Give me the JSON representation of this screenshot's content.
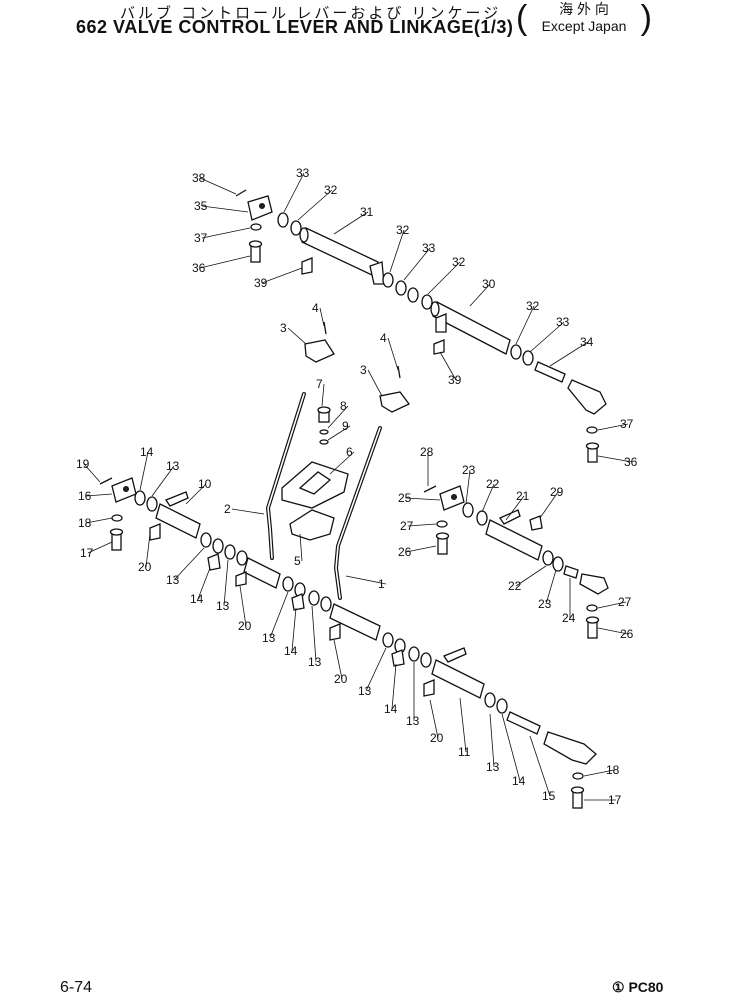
{
  "title": {
    "japanese": "バルブ コントロール レバーおよび リンケージ",
    "main": "662 VALVE CONTROL LEVER AND LINKAGE(1/3)",
    "region_japanese": "海 外 向",
    "region_english": "Except Japan"
  },
  "footer": {
    "page_number": "6-74",
    "model": "① PC80"
  },
  "callouts": [
    "38",
    "35",
    "37",
    "36",
    "39",
    "33",
    "32",
    "31",
    "32",
    "33",
    "32",
    "30",
    "32",
    "33",
    "34",
    "37",
    "36",
    "39",
    "4",
    "3",
    "4",
    "3",
    "7",
    "8",
    "9",
    "6",
    "2",
    "5",
    "1",
    "19",
    "16",
    "18",
    "17",
    "14",
    "13",
    "10",
    "20",
    "13",
    "14",
    "13",
    "20",
    "13",
    "14",
    "13",
    "20",
    "13",
    "14",
    "13",
    "20",
    "11",
    "13",
    "14",
    "15",
    "18",
    "17",
    "28",
    "23",
    "22",
    "21",
    "29",
    "25",
    "27",
    "26",
    "22",
    "23",
    "24",
    "27",
    "26"
  ]
}
